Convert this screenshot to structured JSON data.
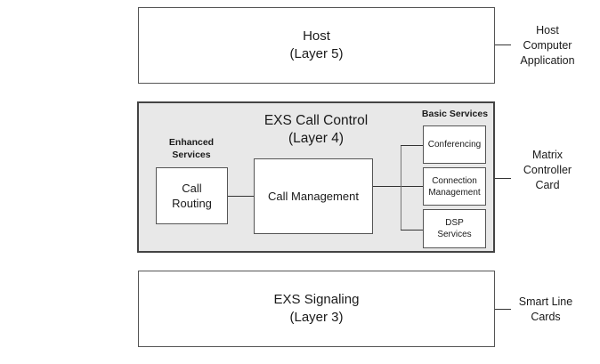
{
  "layers": {
    "host": {
      "title": "Host",
      "subtitle": "(Layer 5)",
      "side_label": [
        "Host",
        "Computer",
        "Application"
      ]
    },
    "call_control": {
      "title": "EXS Call Control",
      "subtitle": "(Layer 4)",
      "side_label": [
        "Matrix",
        "Controller",
        "Card"
      ],
      "enhanced_services": {
        "heading": [
          "Enhanced",
          "Services"
        ],
        "items": [
          {
            "lines": [
              "Call",
              "Routing"
            ]
          }
        ]
      },
      "call_management": "Call Management",
      "basic_services": {
        "heading": "Basic Services",
        "items": [
          {
            "lines": [
              "Conferencing"
            ]
          },
          {
            "lines": [
              "Connection",
              "Management"
            ]
          },
          {
            "lines": [
              "DSP",
              "Services"
            ]
          }
        ]
      }
    },
    "signaling": {
      "title": "EXS Signaling",
      "subtitle": "(Layer 3)",
      "side_label": [
        "Smart Line",
        "Cards"
      ]
    }
  }
}
